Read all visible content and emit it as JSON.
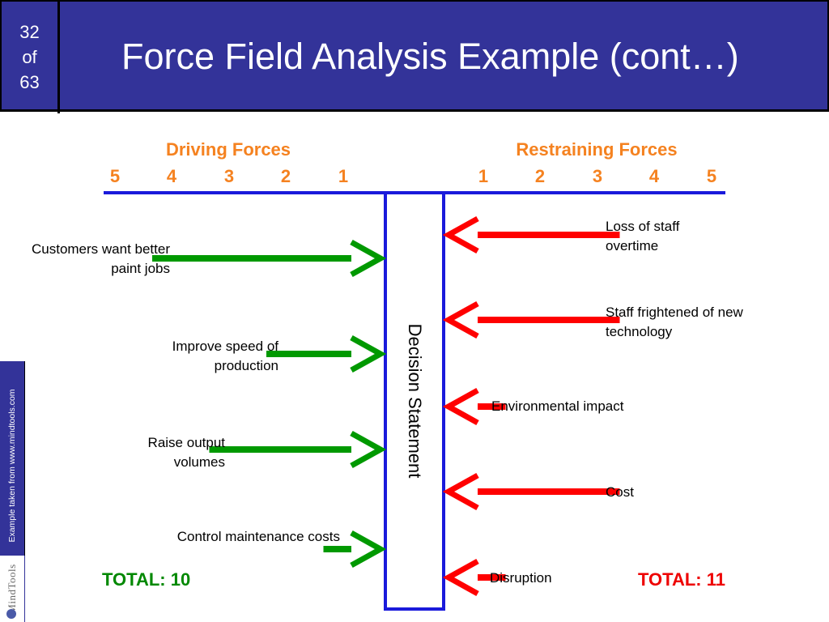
{
  "slide": {
    "current": "32",
    "of": "of",
    "total": "63"
  },
  "title": "Force Field Analysis Example (cont…)",
  "sidebar": {
    "source": "Example taken from www.mindtools.com",
    "logo": "MindTools"
  },
  "diagram": {
    "driving_heading": "Driving Forces",
    "restraining_heading": "Restraining Forces",
    "driving_scale": [
      "5",
      "4",
      "3",
      "2",
      "1"
    ],
    "restraining_scale": [
      "1",
      "2",
      "3",
      "4",
      "5"
    ],
    "decision": "Decision Statement",
    "driving_forces": [
      {
        "label": "Customers want better paint jobs",
        "score": 4
      },
      {
        "label": "Improve speed of production",
        "score": 2
      },
      {
        "label": "Raise output volumes",
        "score": 3
      },
      {
        "label": "Control maintenance costs",
        "score": 1
      }
    ],
    "restraining_forces": [
      {
        "label": "Loss of staff overtime",
        "score": 3
      },
      {
        "label": "Staff frightened of new technology",
        "score": 3
      },
      {
        "label": "Environmental impact",
        "score": 1
      },
      {
        "label": "Cost",
        "score": 3
      },
      {
        "label": "Disruption",
        "score": 1
      }
    ],
    "driving_total": "TOTAL: 10",
    "restraining_total": "TOTAL: 11"
  },
  "colors": {
    "header_bg": "#333399",
    "heading": "#f58220",
    "driving": "#009900",
    "restraining": "#ff0000",
    "axis": "#1a1adb",
    "driving_total": "#008800",
    "restraining_total": "#ee0000"
  }
}
